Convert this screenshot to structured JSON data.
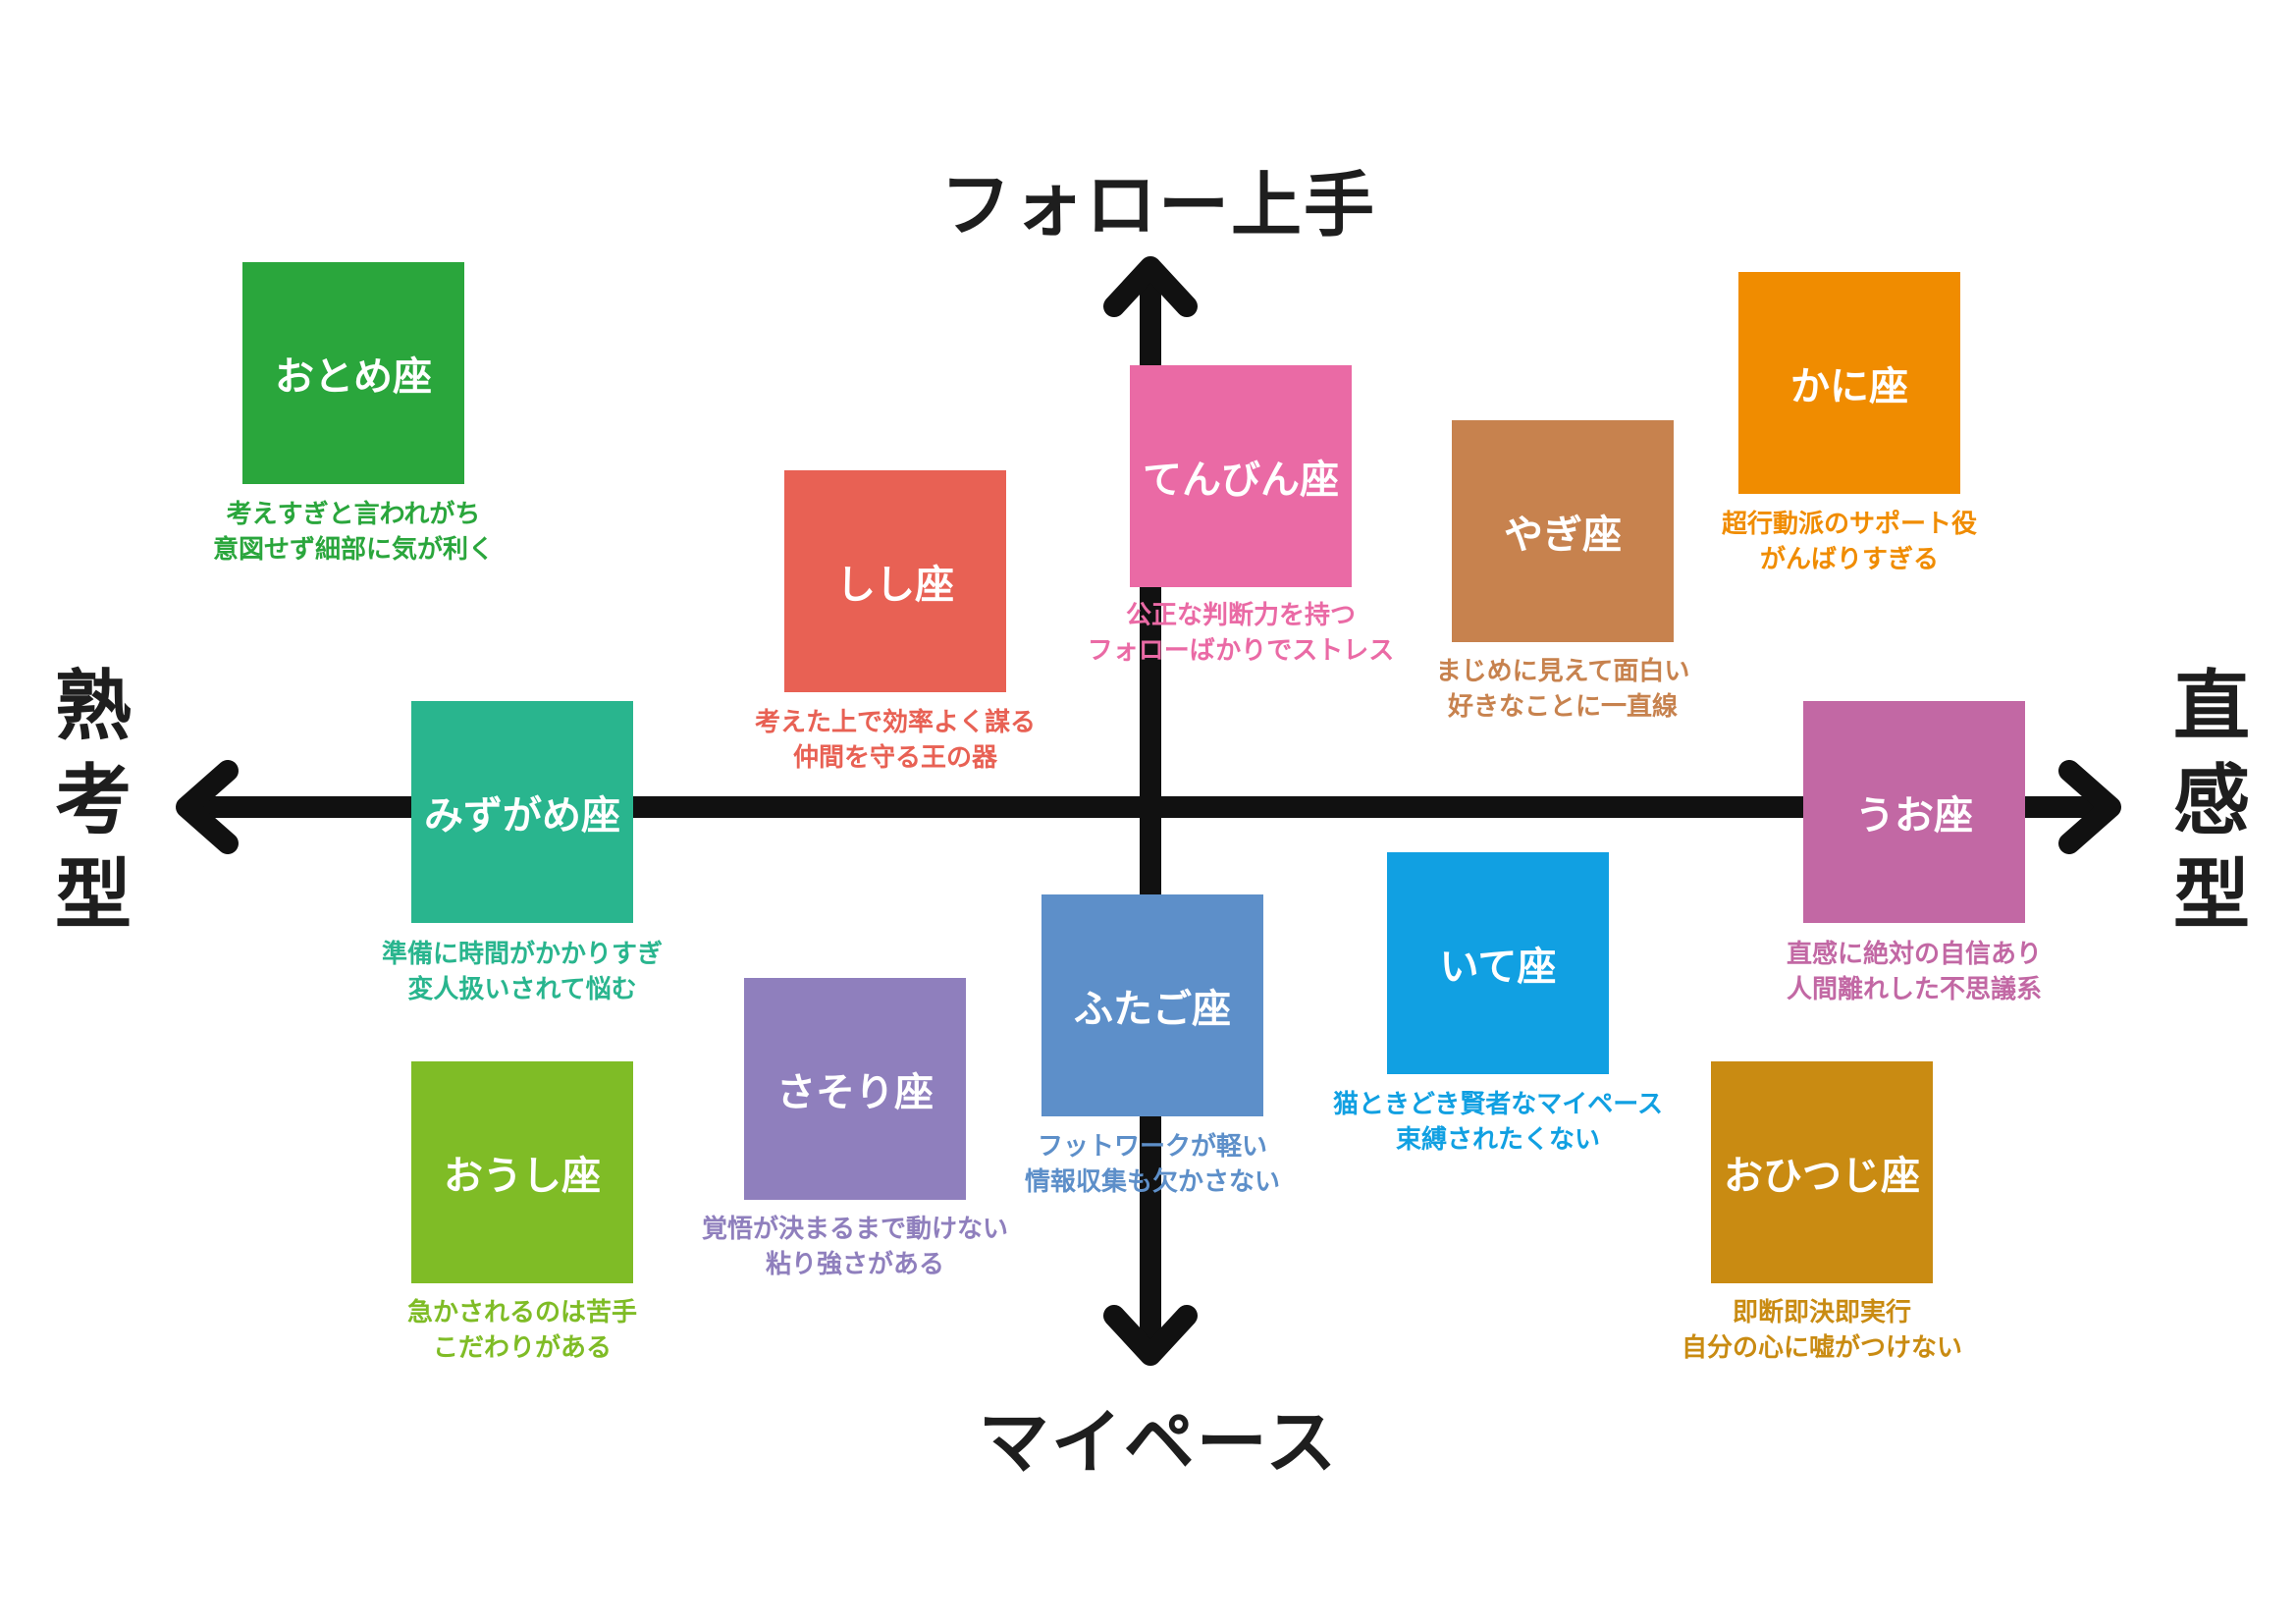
{
  "axes": {
    "top": "フォロー上手",
    "bottom": "マイペース",
    "left": "熟考型",
    "right": "直感型"
  },
  "signs": [
    {
      "id": "otome",
      "name": "おとめ座",
      "color": "#2aa63c",
      "lines": [
        "考えすぎと言われがち",
        "意図せず細部に気が利く"
      ]
    },
    {
      "id": "kani",
      "name": "かに座",
      "color": "#f08c00",
      "lines": [
        "超行動派のサポート役",
        "がんばりすぎる"
      ]
    },
    {
      "id": "tenbin",
      "name": "てんびん座",
      "color": "#ea6aa5",
      "lines": [
        "公正な判断力を持つ",
        "フォローばかりでストレス"
      ]
    },
    {
      "id": "yagi",
      "name": "やぎ座",
      "color": "#c7824e",
      "lines": [
        "まじめに見えて面白い",
        "好きなことに一直線"
      ]
    },
    {
      "id": "shishi",
      "name": "しし座",
      "color": "#e86154",
      "lines": [
        "考えた上で効率よく謀る",
        "仲間を守る王の器"
      ]
    },
    {
      "id": "mizugame",
      "name": "みずがめ座",
      "color": "#29b58e",
      "lines": [
        "準備に時間がかかりすぎ",
        "変人扱いされて悩む"
      ]
    },
    {
      "id": "uo",
      "name": "うお座",
      "color": "#c268a4",
      "lines": [
        "直感に絶対の自信あり",
        "人間離れした不思議系"
      ]
    },
    {
      "id": "ite",
      "name": "いて座",
      "color": "#11a0e2",
      "lines": [
        "猫ときどき賢者なマイペース",
        "束縛されたくない"
      ]
    },
    {
      "id": "futago",
      "name": "ふたご座",
      "color": "#5d8fc9",
      "lines": [
        "フットワークが軽い",
        "情報収集も欠かさない"
      ]
    },
    {
      "id": "sasori",
      "name": "さそり座",
      "color": "#8f7fbd",
      "lines": [
        "覚悟が決まるまで動けない",
        "粘り強さがある"
      ]
    },
    {
      "id": "oushi",
      "name": "おうし座",
      "color": "#7fbc26",
      "lines": [
        "急かされるのは苦手",
        "こだわりがある"
      ]
    },
    {
      "id": "ohitsuji",
      "name": "おひつじ座",
      "color": "#c98b12",
      "lines": [
        "即断即決即実行",
        "自分の心に嘘がつけない"
      ]
    }
  ]
}
